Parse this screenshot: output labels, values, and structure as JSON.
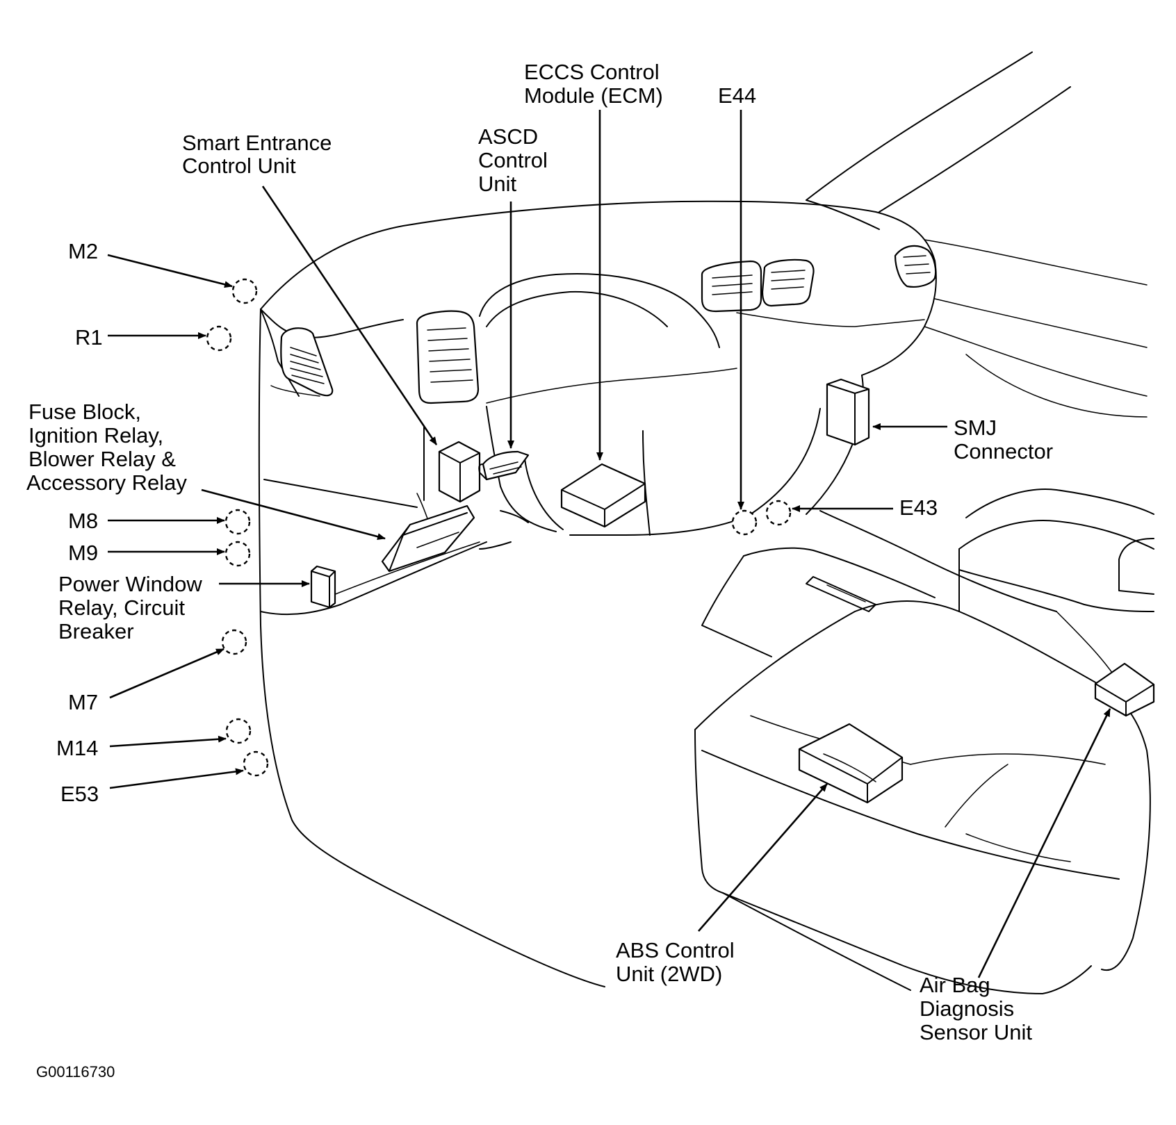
{
  "labels": {
    "smart_entrance": [
      "Smart Entrance",
      "Control Unit"
    ],
    "ascd": [
      "ASCD",
      "Control",
      "Unit"
    ],
    "eccs": [
      "ECCS Control",
      "Module (ECM)"
    ],
    "e44": "E44",
    "m2": "M2",
    "r1": "R1",
    "fuse_block": [
      "Fuse Block,",
      "Ignition Relay,",
      "Blower Relay &",
      "Accessory Relay"
    ],
    "smj": [
      "SMJ",
      "Connector"
    ],
    "e43": "E43",
    "m8": "M8",
    "m9": "M9",
    "power_window": [
      "Power Window",
      "Relay, Circuit",
      "Breaker"
    ],
    "m7": "M7",
    "m14": "M14",
    "e53": "E53",
    "abs": [
      "ABS Control",
      "Unit (2WD)"
    ],
    "airbag": [
      "Air Bag",
      "Diagnosis",
      "Sensor Unit"
    ]
  },
  "figure_code": "G00116730"
}
